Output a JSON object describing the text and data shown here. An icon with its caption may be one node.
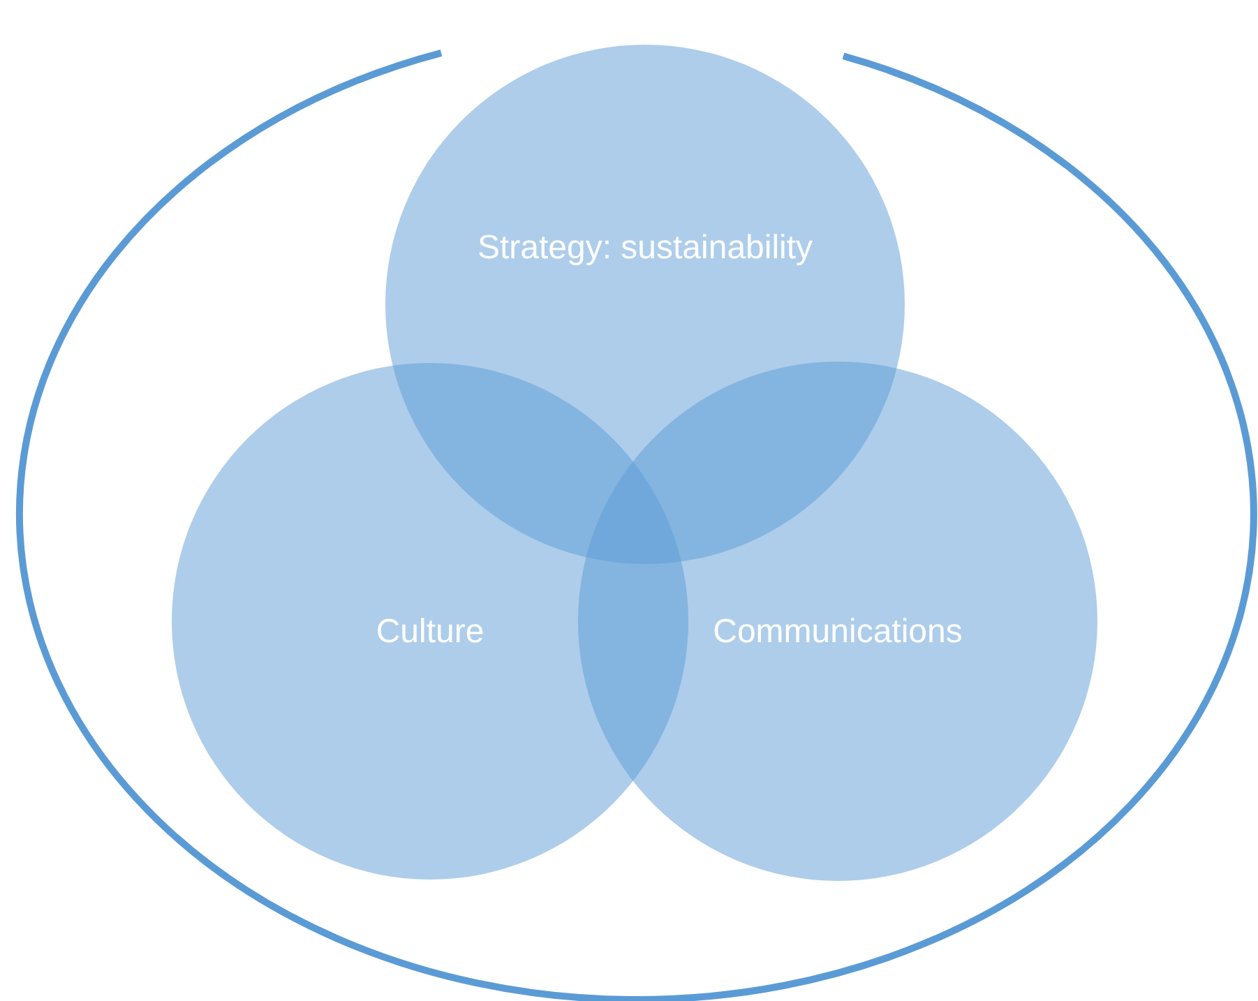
{
  "diagram": {
    "nodes": [
      {
        "text": [
          "Strategy: sustainability"
        ]
      },
      {
        "text": [
          "Culture"
        ]
      },
      {
        "text": [
          "Communications"
        ]
      }
    ]
  }
}
